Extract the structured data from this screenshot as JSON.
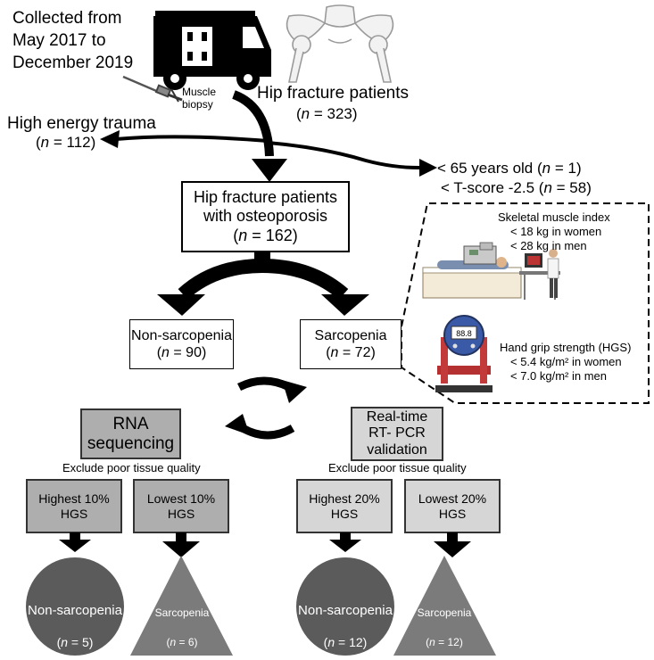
{
  "collection": {
    "line1": "Collected  from",
    "line2": "May 2017 to",
    "line3": "December 2019"
  },
  "muscle_biopsy": {
    "line1": "Muscle",
    "line2": "biopsy"
  },
  "hip_fracture": {
    "title": "Hip fracture patients",
    "n_prefix": "(",
    "n_var": "n",
    "n_text": " = 323)"
  },
  "high_energy": {
    "title": "High energy trauma",
    "n_prefix": "(",
    "n_var": "n",
    "n_text": " = 112)"
  },
  "exclusion": {
    "line1_text": "< 65 years old (",
    "line1_var": "n",
    "line1_end": " = 1)",
    "line2_text": "< T-score -2.5 (",
    "line2_var": "n",
    "line2_end": " = 58)"
  },
  "osteoporosis_box": {
    "line1": "Hip fracture patients",
    "line2": "with osteoporosis",
    "n_var": "n",
    "n_text": " = 162)",
    "n_prefix": "("
  },
  "non_sarcopenia_box": {
    "label": "Non-sarcopenia",
    "n_prefix": "(",
    "n_var": "n",
    "n_text": " = 90)"
  },
  "sarcopenia_box": {
    "label": "Sarcopenia",
    "n_prefix": "(",
    "n_var": "n",
    "n_text": " = 72)"
  },
  "smi": {
    "title": "Skeletal muscle index",
    "women": "< 18 kg in women",
    "men": "< 28 kg in men"
  },
  "hgs": {
    "title": "Hand grip strength (HGS)",
    "women": "< 5.4 kg/m² in women",
    "men": "< 7.0 kg/m² in men",
    "display": "88.8"
  },
  "rna_box": {
    "line1": "RNA",
    "line2": "sequencing"
  },
  "pcr_box": {
    "line1": "Real-time",
    "line2": "RT- PCR",
    "line3": "validation"
  },
  "exclude_left": "Exclude poor tissue quality",
  "exclude_right": "Exclude poor tissue quality",
  "groups": {
    "rna_high": {
      "line1": "Highest 10%",
      "line2": "HGS"
    },
    "rna_low": {
      "line1": "Lowest 10%",
      "line2": "HGS"
    },
    "pcr_high": {
      "line1": "Highest 20%",
      "line2": "HGS"
    },
    "pcr_low": {
      "line1": "Lowest 20%",
      "line2": "HGS"
    }
  },
  "shapes": {
    "rna_circle": {
      "label": "Non-sarcopenia",
      "n_prefix": "(",
      "n_var": "n",
      "n_text": " = 5)"
    },
    "rna_triangle": {
      "label": "Sarcopenia",
      "n_prefix": "(",
      "n_var": "n",
      "n_text": " = 6)"
    },
    "pcr_circle": {
      "label": "Non-sarcopenia",
      "n_prefix": "(",
      "n_var": "n",
      "n_text": " = 12)"
    },
    "pcr_triangle": {
      "label": "Sarcopenia",
      "n_prefix": "(",
      "n_var": "n",
      "n_text": " = 12)"
    }
  },
  "colors": {
    "dark_grey": "#5b5b5b",
    "mid_grey": "#7b7b7b",
    "box_grey": "#aeaeae",
    "light_box_grey": "#d6d6d6"
  }
}
